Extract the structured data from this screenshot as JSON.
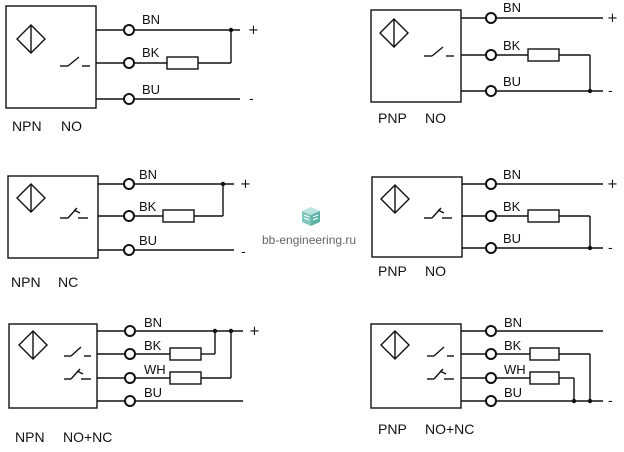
{
  "watermark": {
    "text": "bb-engineering.ru",
    "icon": "layered-stack-icon",
    "color": "#5fb2a8"
  },
  "wires": {
    "bn": "BN",
    "bk": "BK",
    "bu": "BU",
    "wh": "WH"
  },
  "signs": {
    "plus": "+",
    "minus": "-"
  },
  "diagrams": [
    {
      "type": "NPN",
      "output": "NO"
    },
    {
      "type": "PNP",
      "output": "NO"
    },
    {
      "type": "NPN",
      "output": "NC"
    },
    {
      "type": "PNP",
      "output": "NO"
    },
    {
      "type": "NPN",
      "output": "NO+NC"
    },
    {
      "type": "PNP",
      "output": "NO+NC"
    }
  ]
}
